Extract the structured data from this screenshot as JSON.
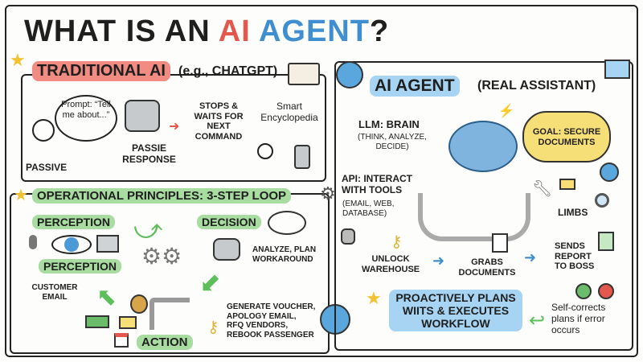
{
  "title": {
    "part1": "WHAT IS AN ",
    "ai": "AI",
    "space": " ",
    "agent": "AGENT",
    "q": "?"
  },
  "traditional": {
    "heading": "TRADITIONAL AI",
    "subheading": "(e.g., CHATGPT)",
    "prompt": "Prompt: “Tell me about...”",
    "passive": "PASSIVE",
    "response": "PASSIE RESPONSE",
    "stops": "STOPS & WAITS FOR NEXT COMMAND",
    "encyclopedia": "Smart Encyclopedia"
  },
  "loop": {
    "heading": "OPERATIONAL PRINCIPLES: 3-STEP LOOP",
    "perception_top": "PERCEPTION",
    "perception": "PERCEPTION",
    "customer_email": "CUSTOMER EMAIL",
    "decision": "DECISION",
    "analyze": "ANALYZE, PLAN WORKAROUND",
    "action": "ACTION",
    "action_items": [
      "GENERATE VOUCHER,",
      "APOLOGY EMAIL,",
      "RFQ VENDORS,",
      "REBOOK PASSENGER"
    ]
  },
  "agent": {
    "heading": "AI AGENT",
    "subheading": "(REAL ASSISTANT)",
    "llm": "LLM: BRAIN",
    "llm_sub": "(THINK, ANALYZE, DECIDE)",
    "goal": "GOAL: SECURE DOCUMENTS",
    "api": "API: INTERACT WITH TOOLS",
    "api_sub": "(EMAIL, WEB, DATABASE)",
    "limbs": "LIMBS",
    "unlock": "UNLOCK WAREHOUSE",
    "grabs": "GRABS DOCUMENTS",
    "sends": "SENDS REPORT TO BOSS",
    "proactive": "PROACTIVELY PLANS WIITS & EXECUTES WORKFLOW",
    "selfcorrect": "Self-corrects plans if error occurs"
  },
  "colors": {
    "red": "#f28b82",
    "green": "#a8dca0",
    "blue": "#a6d4f2",
    "yellow": "#f7df78"
  }
}
